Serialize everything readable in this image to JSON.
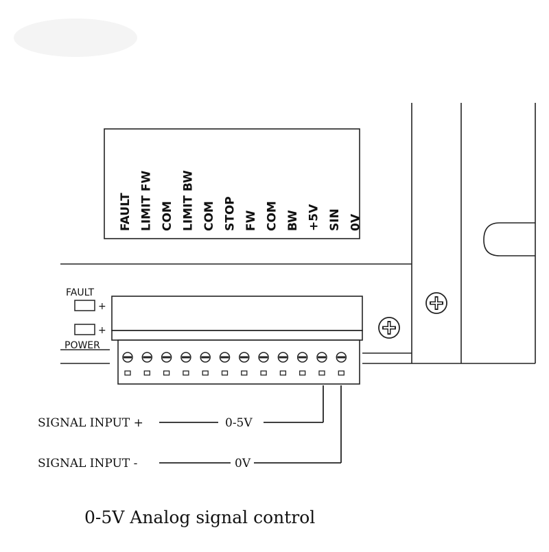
{
  "diagram": {
    "terminal_labels": [
      "FAULT",
      "LIMIT FW",
      "COM",
      "LIMIT BW",
      "COM",
      "STOP",
      "FW",
      "COM",
      "BW",
      "+5V",
      "SIN",
      "0V"
    ],
    "indicators": {
      "fault_label": "FAULT",
      "fault_sign": "+",
      "power_sign": "+",
      "power_label": "POWER"
    },
    "signals": {
      "plus_label": "SIGNAL INPUT +",
      "plus_wire_label": "0-5V",
      "minus_label": "SIGNAL INPUT -",
      "minus_wire_label": "0V"
    },
    "caption": "0-5V Analog signal control"
  }
}
